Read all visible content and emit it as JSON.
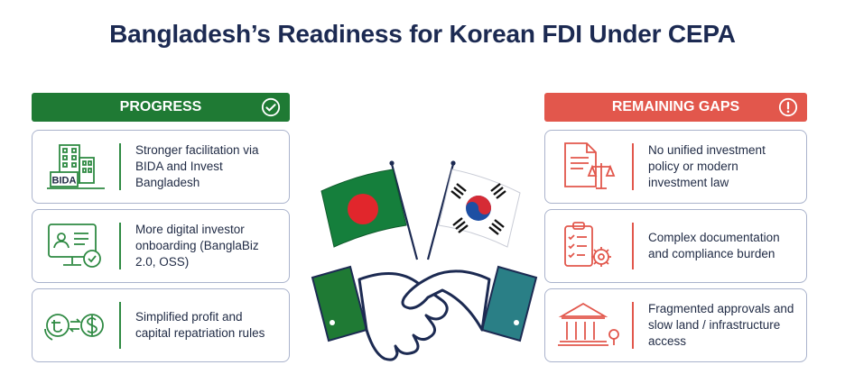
{
  "title": "Bangladesh’s Readiness for Korean FDI Under CEPA",
  "colors": {
    "green": "#1f7a34",
    "red": "#e2574c",
    "navy": "#1c2a52",
    "teal": "#2a7f86"
  },
  "progress": {
    "header": "PROGRESS",
    "header_icon": "check-circle-icon",
    "items": [
      {
        "icon": "building-icon",
        "icon_label": "BIDA",
        "text": "Stronger facilitation via BIDA and Invest Bangladesh"
      },
      {
        "icon": "computer-profile-icon",
        "text": "More digital investor onboarding (BanglaBiz 2.0, OSS)"
      },
      {
        "icon": "currency-exchange-icon",
        "text": "Simplified profit and capital repatriation rules"
      }
    ]
  },
  "gaps": {
    "header": "REMAINING GAPS",
    "header_icon": "exclamation-circle-icon",
    "items": [
      {
        "icon": "document-scale-icon",
        "text": "No unified investment policy or modern investment law"
      },
      {
        "icon": "checklist-gear-icon",
        "text": "Complex documentation and compliance burden"
      },
      {
        "icon": "government-building-icon",
        "text": "Fragmented approvals and slow land / infrastructure access"
      }
    ]
  },
  "center_icons": [
    "bangladesh-flag-icon",
    "south-korea-flag-icon",
    "handshake-icon"
  ]
}
